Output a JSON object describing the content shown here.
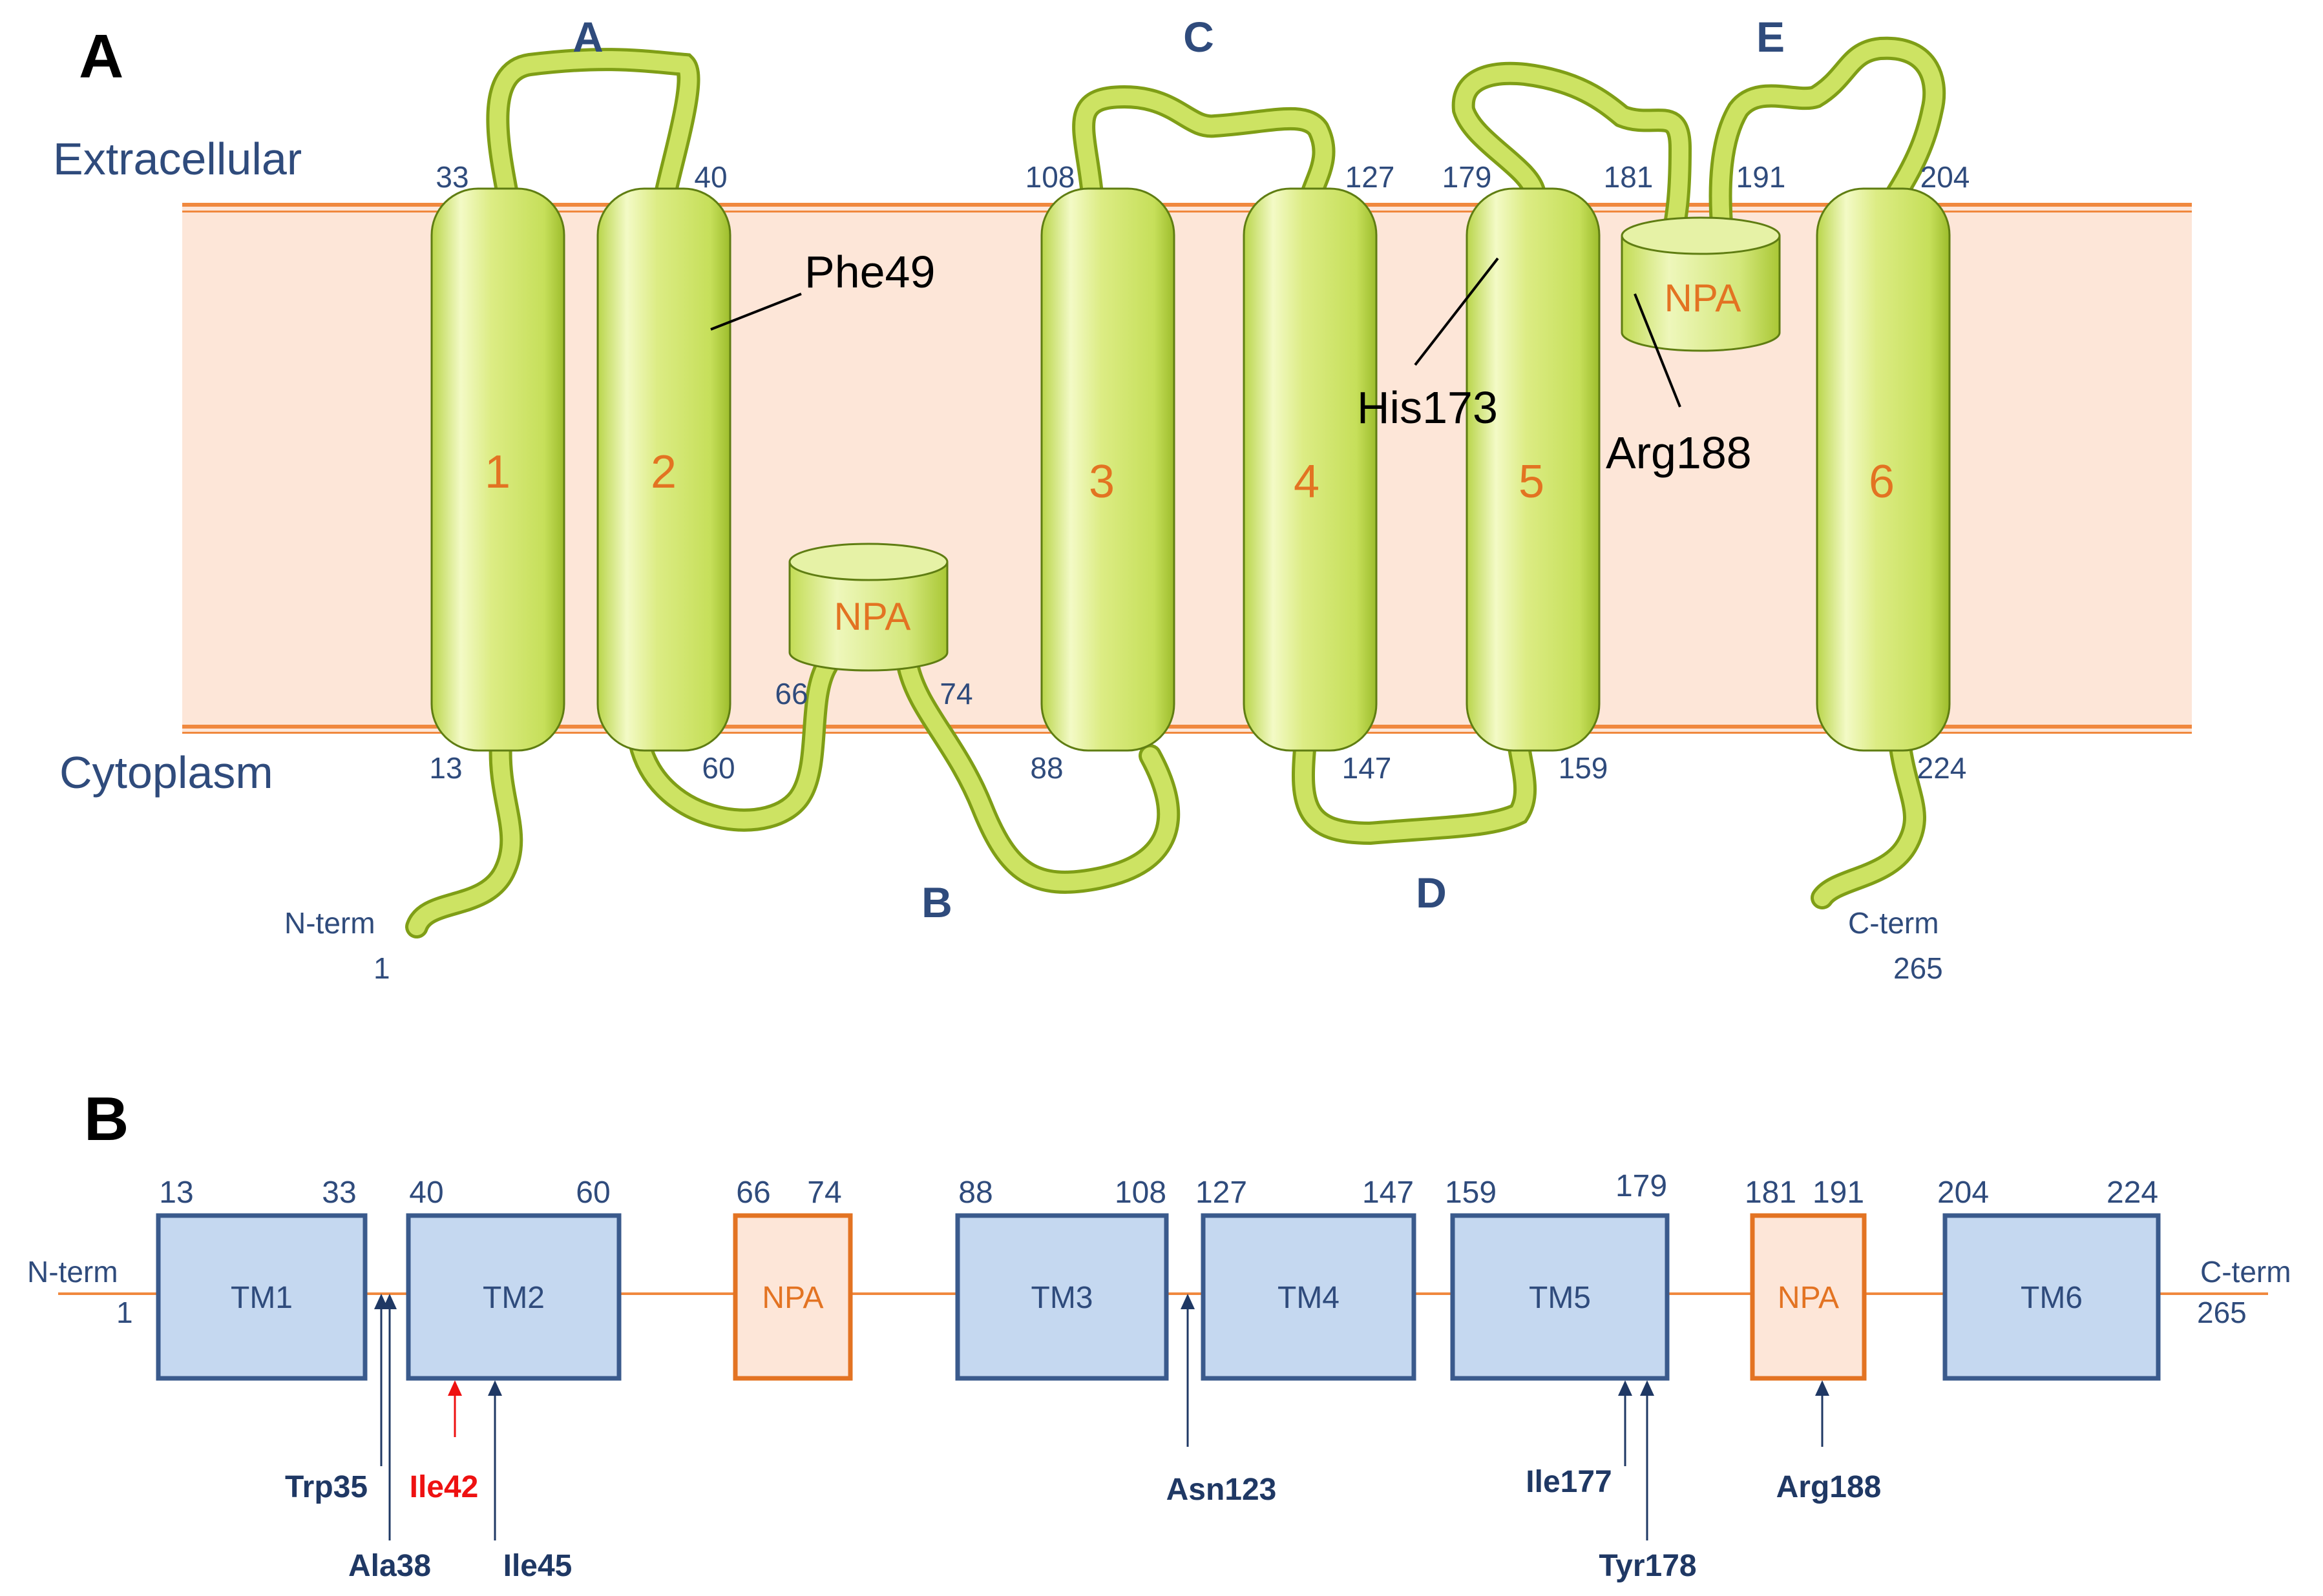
{
  "panel_a": {
    "label": "A",
    "extracellular": "Extracellular",
    "cytoplasm": "Cytoplasm",
    "loops": {
      "a": "A",
      "b": "B",
      "c": "C",
      "d": "D",
      "e": "E"
    },
    "helices": [
      "1",
      "2",
      "3",
      "4",
      "5",
      "6"
    ],
    "residues": {
      "r13": "13",
      "r33": "33",
      "r40": "40",
      "r60": "60",
      "r66": "66",
      "r74": "74",
      "r88": "88",
      "r108": "108",
      "r127": "127",
      "r147": "147",
      "r159": "159",
      "r179": "179",
      "r181": "181",
      "r191": "191",
      "r204": "204",
      "r224": "224"
    },
    "npa": "NPA",
    "annotations": {
      "phe49": "Phe49",
      "his173": "His173",
      "arg188": "Arg188"
    },
    "n_term": {
      "label": "N-term",
      "num": "1"
    },
    "c_term": {
      "label": "C-term",
      "num": "265"
    }
  },
  "panel_b": {
    "label": "B",
    "n_term": {
      "label": "N-term",
      "num": "1"
    },
    "c_term": {
      "label": "C-term",
      "num": "265"
    },
    "boxes": [
      {
        "label": "TM1",
        "start": "13",
        "end": "33",
        "kind": "tm"
      },
      {
        "label": "TM2",
        "start": "40",
        "end": "60",
        "kind": "tm"
      },
      {
        "label": "NPA",
        "start": "66",
        "end": "74",
        "kind": "npa"
      },
      {
        "label": "TM3",
        "start": "88",
        "end": "108",
        "kind": "tm"
      },
      {
        "label": "TM4",
        "start": "127",
        "end": "147",
        "kind": "tm"
      },
      {
        "label": "TM5",
        "start": "159",
        "end": "179",
        "kind": "tm"
      },
      {
        "label": "NPA",
        "start": "181",
        "end": "191",
        "kind": "npa"
      },
      {
        "label": "TM6",
        "start": "204",
        "end": "224",
        "kind": "tm"
      }
    ],
    "mutations": [
      {
        "label": "Trp35",
        "highlight": false
      },
      {
        "label": "Ala38",
        "highlight": false
      },
      {
        "label": "Ile42",
        "highlight": true
      },
      {
        "label": "Ile45",
        "highlight": false
      },
      {
        "label": "Asn123",
        "highlight": false
      },
      {
        "label": "Ile177",
        "highlight": false
      },
      {
        "label": "Tyr178",
        "highlight": false
      },
      {
        "label": "Arg188",
        "highlight": false
      }
    ]
  },
  "colors": {
    "membrane": "#fde6d8",
    "membrane_edge": "#f0883e",
    "helix": "#d7e97a",
    "helix_stroke": "#7a9a1a",
    "loop": "#b8d93a",
    "text_blue": "#2f4b7c",
    "accent_orange": "#e37322",
    "tm_box_fill": "#c5d8f0",
    "tm_box_stroke": "#3a5a8c",
    "npa_box_fill": "#fde6d8",
    "mutation_text": "#1f3864",
    "highlight_red": "#ee1111"
  }
}
